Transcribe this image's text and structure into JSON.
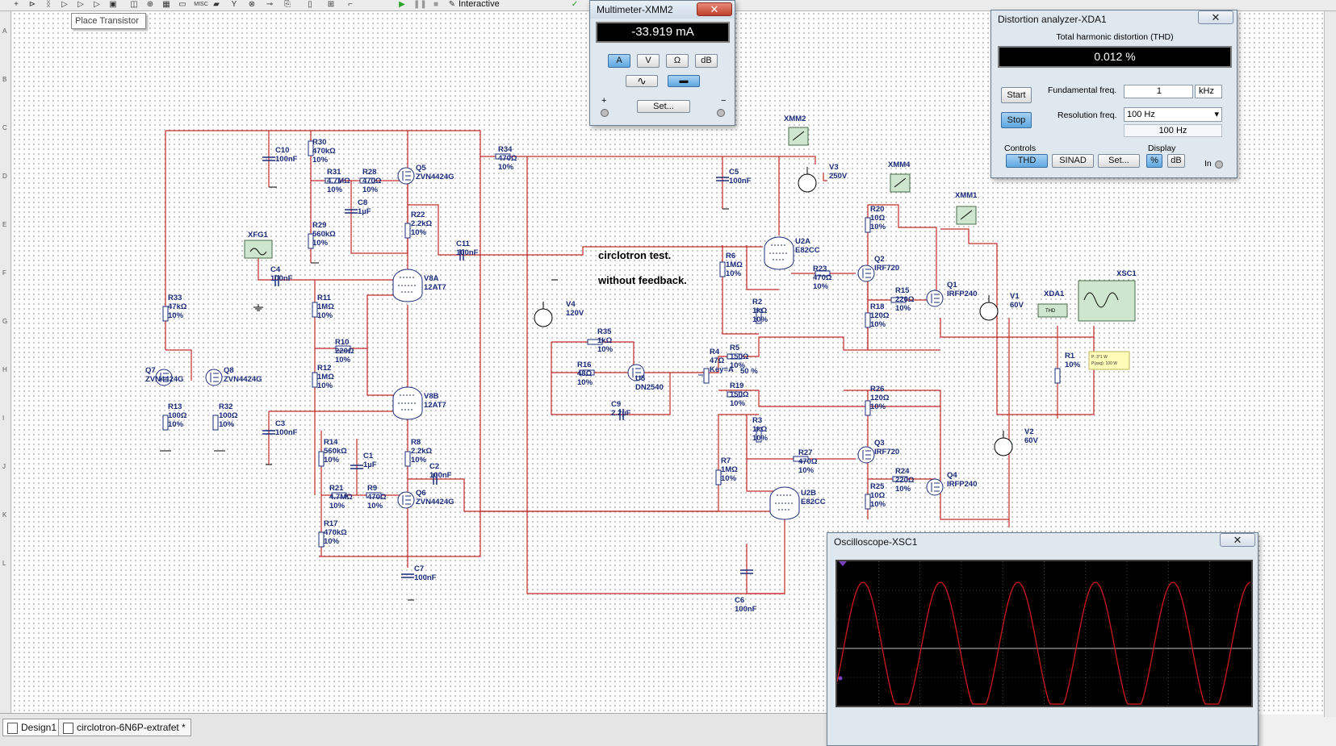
{
  "toolbar": {
    "tooltip": "Place Transistor",
    "misc_label": "MISC",
    "interactive_label": "Interactive",
    "icons": [
      "plus-icon",
      "diode-icon",
      "transistor-icon",
      "analog-icon",
      "ttl-icon",
      "cmos-icon",
      "mcu-icon",
      "indicator-icon",
      "power-icon",
      "misc-icon",
      "advanced-icon",
      "rf-icon",
      "electromech-icon",
      "bus-icon",
      "connector-icon",
      "run-icon",
      "pause-icon",
      "stop-icon"
    ]
  },
  "ruler": {
    "left_marks": [
      "A",
      "B",
      "C",
      "D",
      "E",
      "F",
      "G",
      "H",
      "I",
      "J",
      "K",
      "L"
    ]
  },
  "schematic": {
    "note_line1": "circlotron test.",
    "note_line2": "without feedback.",
    "components": [
      {
        "ref": "R30",
        "val1": "470kΩ",
        "val2": "10%"
      },
      {
        "ref": "C10",
        "val1": "100nF",
        "val2": ""
      },
      {
        "ref": "R31",
        "val1": "4.7MΩ",
        "val2": "10%"
      },
      {
        "ref": "R28",
        "val1": "470Ω",
        "val2": "10%"
      },
      {
        "ref": "C8",
        "val1": "1µF",
        "val2": ""
      },
      {
        "ref": "Q5",
        "val1": "ZVN4424G",
        "val2": ""
      },
      {
        "ref": "R34",
        "val1": "470Ω",
        "val2": "10%"
      },
      {
        "ref": "C5",
        "val1": "100nF",
        "val2": ""
      },
      {
        "ref": "XMM2",
        "val1": "",
        "val2": ""
      },
      {
        "ref": "V3",
        "val1": "250V",
        "val2": ""
      },
      {
        "ref": "XMM4",
        "val1": "",
        "val2": ""
      },
      {
        "ref": "XMM1",
        "val1": "",
        "val2": ""
      },
      {
        "ref": "R29",
        "val1": "560kΩ",
        "val2": "10%"
      },
      {
        "ref": "R22",
        "val1": "2.2kΩ",
        "val2": "10%"
      },
      {
        "ref": "C11",
        "val1": "100nF",
        "val2": ""
      },
      {
        "ref": "XFG1",
        "val1": "",
        "val2": ""
      },
      {
        "ref": "C4",
        "val1": "100nF",
        "val2": ""
      },
      {
        "ref": "V8A",
        "val1": "12AT7",
        "val2": ""
      },
      {
        "ref": "R11",
        "val1": "1MΩ",
        "val2": "10%"
      },
      {
        "ref": "R33",
        "val1": "47kΩ",
        "val2": "10%"
      },
      {
        "ref": "R10",
        "val1": "220Ω",
        "val2": "10%"
      },
      {
        "ref": "Q7",
        "val1": "ZVN4424G",
        "val2": ""
      },
      {
        "ref": "Q8",
        "val1": "ZVN4424G",
        "val2": ""
      },
      {
        "ref": "R12",
        "val1": "1MΩ",
        "val2": "10%"
      },
      {
        "ref": "V8B",
        "val1": "12AT7",
        "val2": ""
      },
      {
        "ref": "R13",
        "val1": "100Ω",
        "val2": "10%"
      },
      {
        "ref": "R32",
        "val1": "100Ω",
        "val2": "10%"
      },
      {
        "ref": "C3",
        "val1": "100nF",
        "val2": ""
      },
      {
        "ref": "R14",
        "val1": "560kΩ",
        "val2": "10%"
      },
      {
        "ref": "C1",
        "val1": "1µF",
        "val2": ""
      },
      {
        "ref": "R8",
        "val1": "2.2kΩ",
        "val2": "10%"
      },
      {
        "ref": "C2",
        "val1": "100nF",
        "val2": ""
      },
      {
        "ref": "R21",
        "val1": "4.7MΩ",
        "val2": "10%"
      },
      {
        "ref": "R9",
        "val1": "470Ω",
        "val2": "10%"
      },
      {
        "ref": "Q6",
        "val1": "ZVN4424G",
        "val2": ""
      },
      {
        "ref": "R17",
        "val1": "470kΩ",
        "val2": "10%"
      },
      {
        "ref": "C7",
        "val1": "100nF",
        "val2": ""
      },
      {
        "ref": "V4",
        "val1": "120V",
        "val2": ""
      },
      {
        "ref": "R35",
        "val1": "1kΩ",
        "val2": "10%"
      },
      {
        "ref": "R16",
        "val1": "48Ω",
        "val2": "10%"
      },
      {
        "ref": "U5",
        "val1": "DN2540",
        "val2": ""
      },
      {
        "ref": "C9",
        "val1": "2.2µF",
        "val2": ""
      },
      {
        "ref": "R4",
        "val1": "47Ω",
        "val2": "Key=A"
      },
      {
        "ref": "R4pct",
        "val1": "50 %",
        "val2": ""
      },
      {
        "ref": "R5",
        "val1": "150Ω",
        "val2": "10%"
      },
      {
        "ref": "R19",
        "val1": "150Ω",
        "val2": "10%"
      },
      {
        "ref": "R6",
        "val1": "1MΩ",
        "val2": "10%"
      },
      {
        "ref": "U2A",
        "val1": "E82CC",
        "val2": ""
      },
      {
        "ref": "R23",
        "val1": "470Ω",
        "val2": "10%"
      },
      {
        "ref": "R2",
        "val1": "1kΩ",
        "val2": "10%"
      },
      {
        "ref": "R20",
        "val1": "10Ω",
        "val2": "10%"
      },
      {
        "ref": "Q2",
        "val1": "IRF720",
        "val2": ""
      },
      {
        "ref": "R15",
        "val1": "220Ω",
        "val2": "10%"
      },
      {
        "ref": "R18",
        "val1": "120Ω",
        "val2": "10%"
      },
      {
        "ref": "Q1",
        "val1": "IRFP240",
        "val2": ""
      },
      {
        "ref": "V1",
        "val1": "60V",
        "val2": ""
      },
      {
        "ref": "XDA1",
        "val1": "",
        "val2": ""
      },
      {
        "ref": "XSC1",
        "val1": "",
        "val2": ""
      },
      {
        "ref": "R1",
        "val1": "10%",
        "val2": ""
      },
      {
        "ref": "R3",
        "val1": "1kΩ",
        "val2": "10%"
      },
      {
        "ref": "R26",
        "val1": "120Ω",
        "val2": "10%"
      },
      {
        "ref": "V2",
        "val1": "60V",
        "val2": ""
      },
      {
        "ref": "R27",
        "val1": "470Ω",
        "val2": "10%"
      },
      {
        "ref": "Q3",
        "val1": "IRF720",
        "val2": ""
      },
      {
        "ref": "R7",
        "val1": "1MΩ",
        "val2": "10%"
      },
      {
        "ref": "R24",
        "val1": "220Ω",
        "val2": "10%"
      },
      {
        "ref": "Q4",
        "val1": "IRFP240",
        "val2": ""
      },
      {
        "ref": "U2B",
        "val1": "E82CC",
        "val2": ""
      },
      {
        "ref": "R25",
        "val1": "10Ω",
        "val2": "10%"
      },
      {
        "ref": "C6",
        "val1": "100nF",
        "val2": ""
      }
    ],
    "tag_text": "P: 3°1 W\nP(avg): 100 W"
  },
  "tabs": [
    {
      "label": "Design1"
    },
    {
      "label": "circlotron-6N6P-extrafet *"
    }
  ],
  "multimeter": {
    "title": "Multimeter-XMM2",
    "reading": "-33.919 mA",
    "mode_buttons": [
      "A",
      "V",
      "Ω",
      "dB"
    ],
    "active_mode": "A",
    "plus": "+",
    "minus": "−",
    "set_label": "Set..."
  },
  "distortion": {
    "title": "Distortion analyzer-XDA1",
    "thd_label": "Total harmonic distortion (THD)",
    "thd_value": "0.012 %",
    "start_label": "Start",
    "stop_label": "Stop",
    "fund_label": "Fundamental freq.",
    "fund_value": "1",
    "fund_unit": "kHz",
    "res_label": "Resolution freq.",
    "res_value": "100 Hz",
    "res_readout": "100 Hz",
    "controls_label": "Controls",
    "thd_btn": "THD",
    "sinad_btn": "SINAD",
    "set_btn": "Set...",
    "display_label": "Display",
    "pct_btn": "%",
    "db_btn": "dB",
    "in_label": "In"
  },
  "oscilloscope": {
    "title": "Oscilloscope-XSC1",
    "trace_color": "#c0181c",
    "cycles": 5
  },
  "colors": {
    "wire": "#c42a2a",
    "component": "#1a2b7a",
    "window_bg": "#dfe7ef"
  }
}
